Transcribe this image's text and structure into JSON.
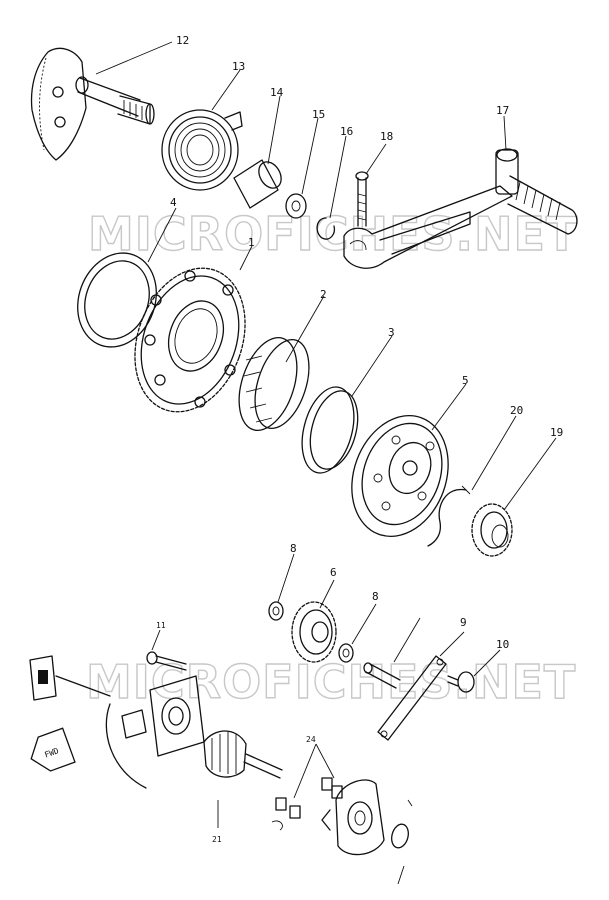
{
  "watermark": "MICROFICHES.NET",
  "fwd_label": "FWD",
  "callouts": {
    "p1": "1",
    "p2": "2",
    "p3": "3",
    "p4": "4",
    "p5": "5",
    "p6": "6",
    "p8a": "8",
    "p8b": "8",
    "p9": "9",
    "p10": "10",
    "p11": "11",
    "p12": "12",
    "p13": "13",
    "p14": "14",
    "p15": "15",
    "p16": "16",
    "p17": "17",
    "p18": "18",
    "p19": "19",
    "p20": "20",
    "p21": "21",
    "p24": "24"
  }
}
